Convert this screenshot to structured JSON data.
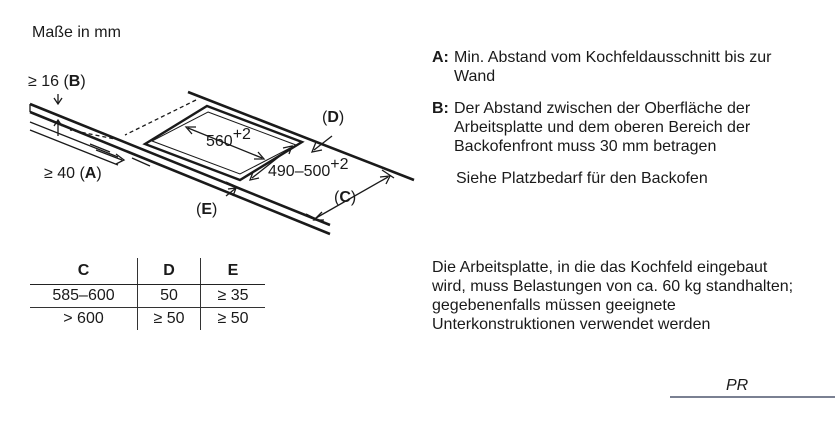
{
  "units_label": "Maße in mm",
  "callouts": {
    "b_prefix": "≥ 16 (",
    "b_key": "B",
    "b_suffix": ")",
    "a_prefix": "≥ 40 (",
    "a_key": "A",
    "a_suffix": ")",
    "d_label_open": "(",
    "d_key": "D",
    "d_label_close": ")",
    "c_label_open": "(",
    "c_key": "C",
    "c_label_close": ")",
    "e_label_open": "(",
    "e_key": "E",
    "e_label_close": ")",
    "cutout_width": "560",
    "cutout_width_tol": "+2",
    "cutout_depth": "490–500",
    "cutout_depth_tol": "+2"
  },
  "table": {
    "headers": [
      "C",
      "D",
      "E"
    ],
    "rows": [
      [
        "585–600",
        "50",
        "≥ 35"
      ],
      [
        "> 600",
        "≥ 50",
        "≥ 50"
      ]
    ]
  },
  "legend": {
    "a_key": "A:",
    "a_text": "Min. Abstand vom Kochfeldausschnitt bis zur Wand",
    "b_key": "B:",
    "b_text": "Der Abstand zwischen der Oberfläche der Arbeitsplatte und dem oberen Bereich der Backofenfront muss 30 mm betragen",
    "see_text": "Siehe Platzbedarf für den Backofen"
  },
  "note": "Die Arbeitsplatte, in die das Kochfeld eingebaut wird, muss Belastungen von ca. 60 kg standhalten; gegebenenfalls müssen geeignete Unterkonstruktionen verwendet werden",
  "logo": {
    "text": "PR"
  },
  "colors": {
    "ink": "#1a1a1a",
    "background": "#ffffff"
  }
}
